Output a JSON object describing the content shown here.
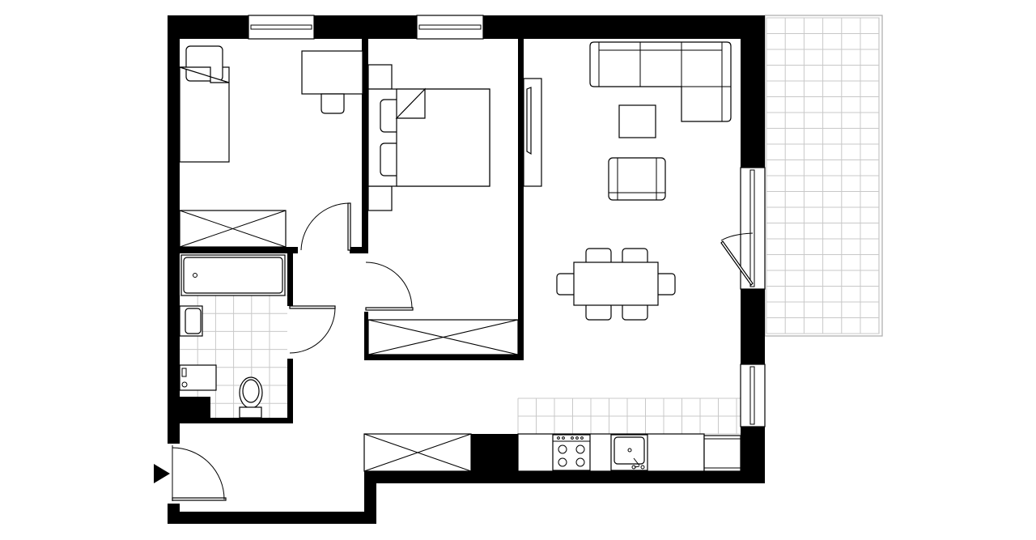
{
  "plan": {
    "colors": {
      "wall": "#000000",
      "background": "#ffffff",
      "tile_grid": "#c8c8c8"
    },
    "icons": [
      "entry-arrow-icon"
    ],
    "rooms": [
      "bedroom-1",
      "bedroom-2",
      "bathroom",
      "hallway",
      "living-kitchen",
      "balcony"
    ]
  }
}
